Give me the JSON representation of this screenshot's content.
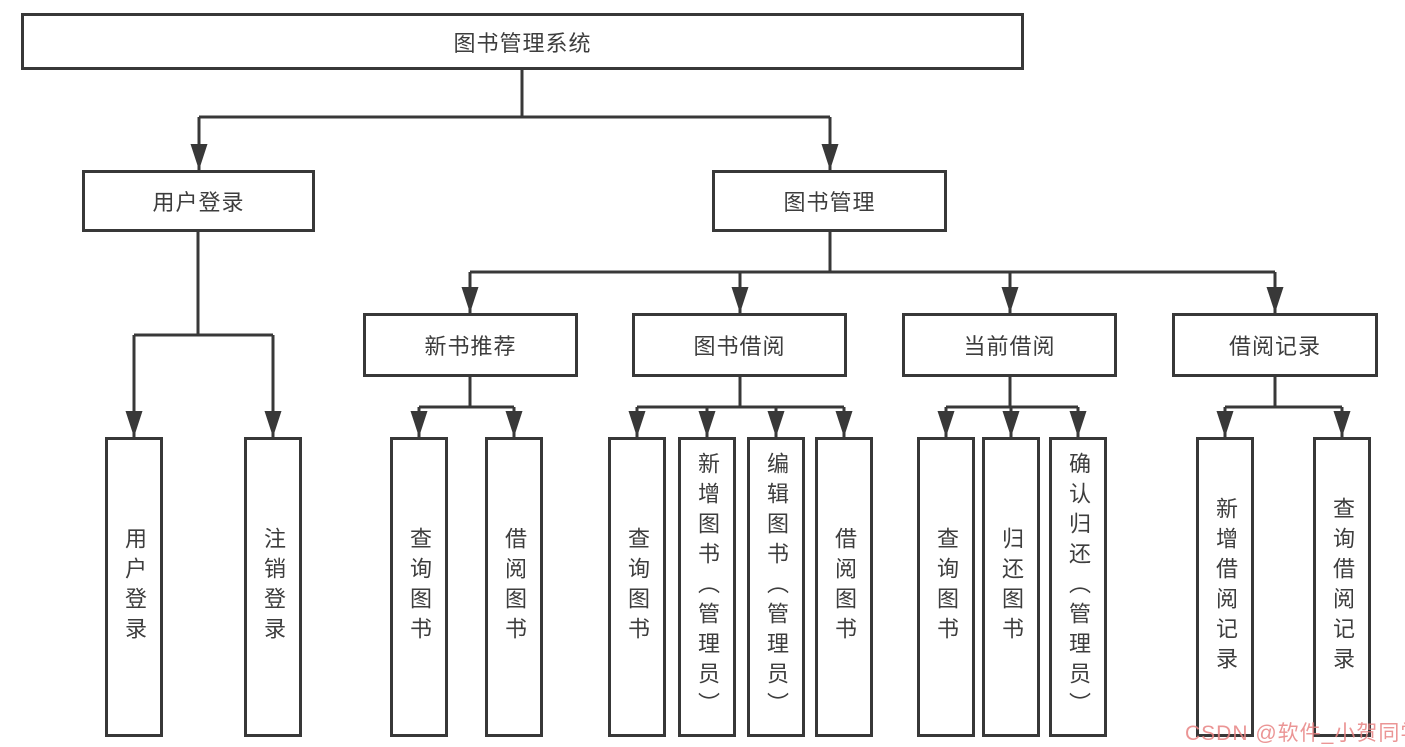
{
  "colors": {
    "line": "#383838",
    "text": "#3d3d3d",
    "box_background": "#ffffff",
    "watermark": "#e88282"
  },
  "tree": {
    "root": {
      "label": "图书管理系统"
    },
    "level2": [
      {
        "label": "用户登录",
        "leaves": [
          {
            "label": "用户登录"
          },
          {
            "label": "注销登录"
          }
        ]
      },
      {
        "label": "图书管理",
        "groups": [
          {
            "label": "新书推荐",
            "leaves": [
              {
                "label": "查询图书"
              },
              {
                "label": "借阅图书"
              }
            ]
          },
          {
            "label": "图书借阅",
            "leaves": [
              {
                "label": "查询图书"
              },
              {
                "label": "新增图书（管理员）"
              },
              {
                "label": "编辑图书（管理员）"
              },
              {
                "label": "借阅图书"
              }
            ]
          },
          {
            "label": "当前借阅",
            "leaves": [
              {
                "label": "查询图书"
              },
              {
                "label": "归还图书"
              },
              {
                "label": "确认归还（管理员）"
              }
            ]
          },
          {
            "label": "借阅记录",
            "leaves": [
              {
                "label": "新增借阅记录"
              },
              {
                "label": "查询借阅记录"
              }
            ]
          }
        ]
      }
    ]
  },
  "watermark": {
    "text": "CSDN @软件_小贺同学"
  }
}
